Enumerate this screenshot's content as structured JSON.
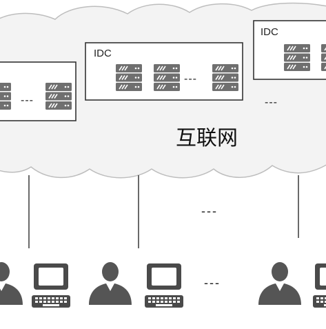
{
  "diagram": {
    "network_label": "互联网",
    "idc_boxes": [
      {
        "label": ""
      },
      {
        "label": "IDC"
      },
      {
        "label": "IDC"
      }
    ],
    "ellipsis": "---",
    "colors": {
      "cloud_fill": "#f3f3f3",
      "cloud_stroke": "#bdbdbd",
      "box_stroke": "#333333",
      "server_dark": "#6f6f6f",
      "server_stripe": "#ffffff",
      "person": "#555555",
      "computer_dark": "#4a4a4a",
      "connector": "#444444"
    },
    "icons": [
      "server-icon",
      "person-icon",
      "computer-icon"
    ]
  }
}
